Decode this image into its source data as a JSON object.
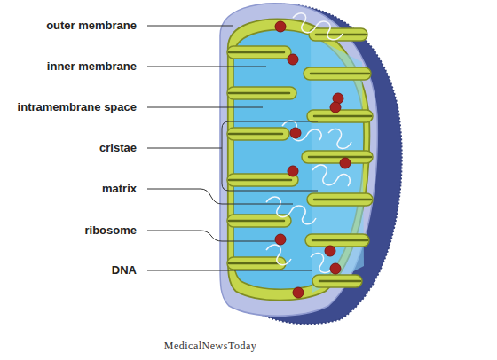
{
  "diagram": {
    "labels": [
      "outer membrane",
      "inner membrane",
      "intramembrane space",
      "cristae",
      "matrix",
      "ribosome",
      "DNA",
      "MedicalNewsToday"
    ]
  }
}
